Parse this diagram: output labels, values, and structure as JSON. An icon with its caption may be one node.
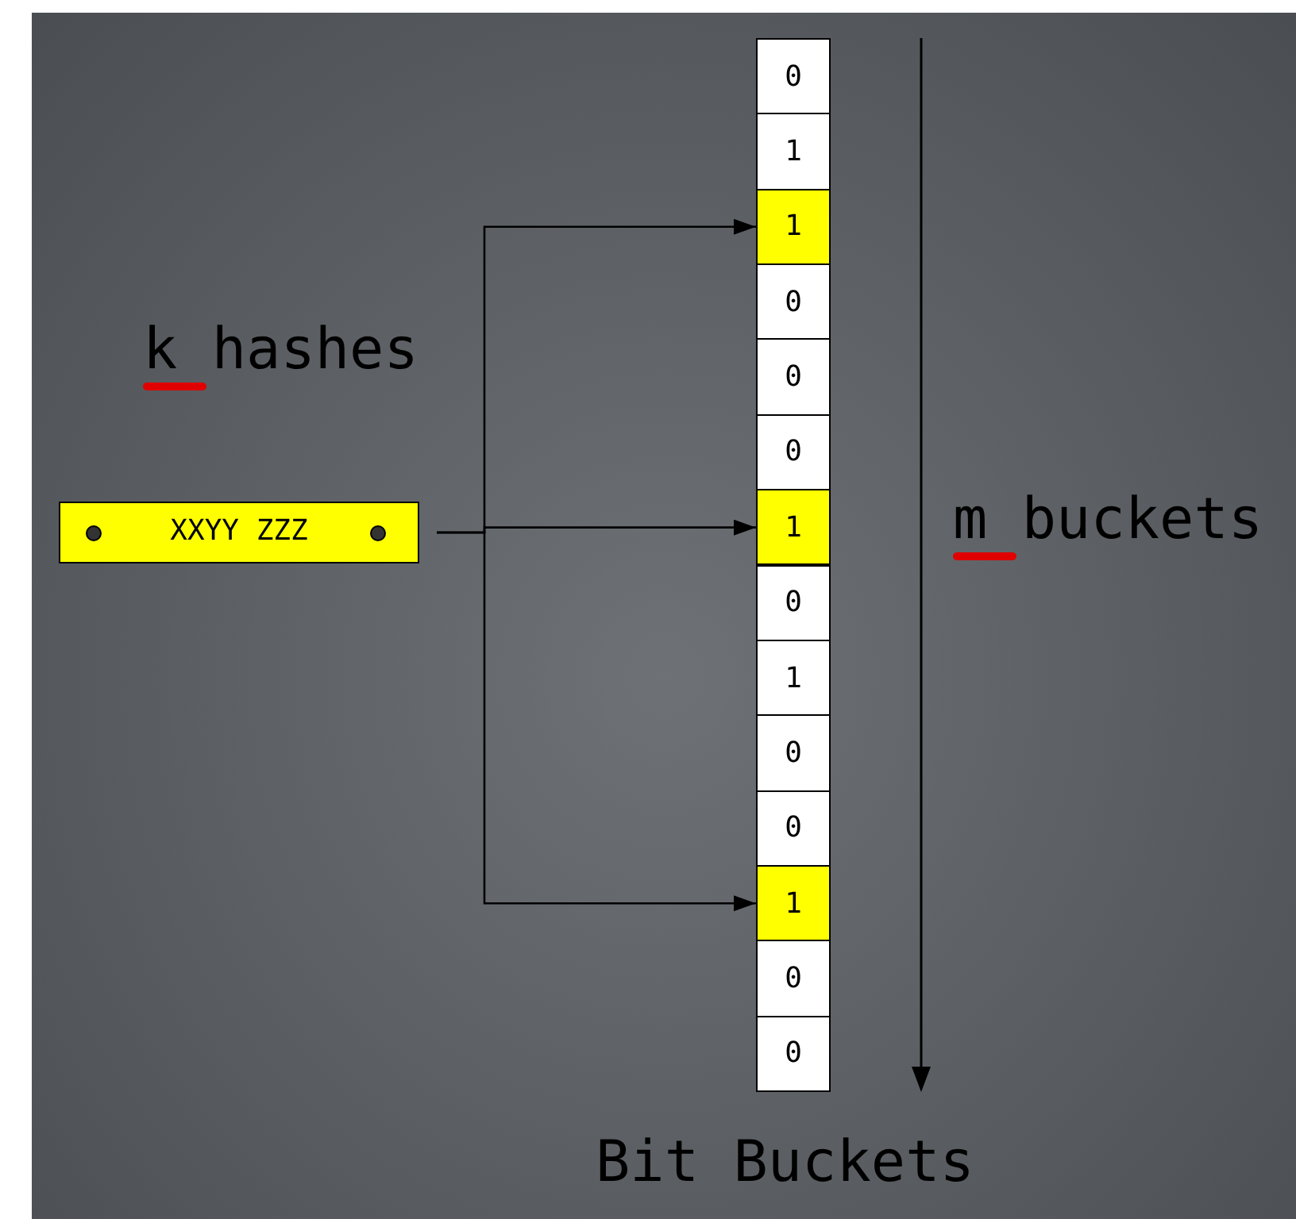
{
  "diagram": {
    "nodes": [
      {
        "text": [
          "XXYY ZZZ"
        ]
      },
      {
        "text": [
          "0"
        ]
      },
      {
        "text": [
          "1"
        ]
      },
      {
        "text": [
          "1"
        ]
      },
      {
        "text": [
          "0"
        ]
      },
      {
        "text": [
          "0"
        ]
      },
      {
        "text": [
          "0"
        ]
      },
      {
        "text": [
          "1"
        ]
      },
      {
        "text": [
          "0"
        ]
      },
      {
        "text": [
          "1"
        ]
      },
      {
        "text": [
          "0"
        ]
      },
      {
        "text": [
          "0"
        ]
      },
      {
        "text": [
          "1"
        ]
      },
      {
        "text": [
          "0"
        ]
      },
      {
        "text": [
          "0"
        ]
      }
    ],
    "edges": [
      {
        "from": 0,
        "to": 3,
        "arrow": "to"
      },
      {
        "from": 0,
        "to": 7,
        "arrow": "to"
      },
      {
        "from": 0,
        "to": 12,
        "arrow": "to"
      }
    ],
    "labels": [
      "k hashes",
      "m buckets",
      "Bit Buckets"
    ]
  }
}
